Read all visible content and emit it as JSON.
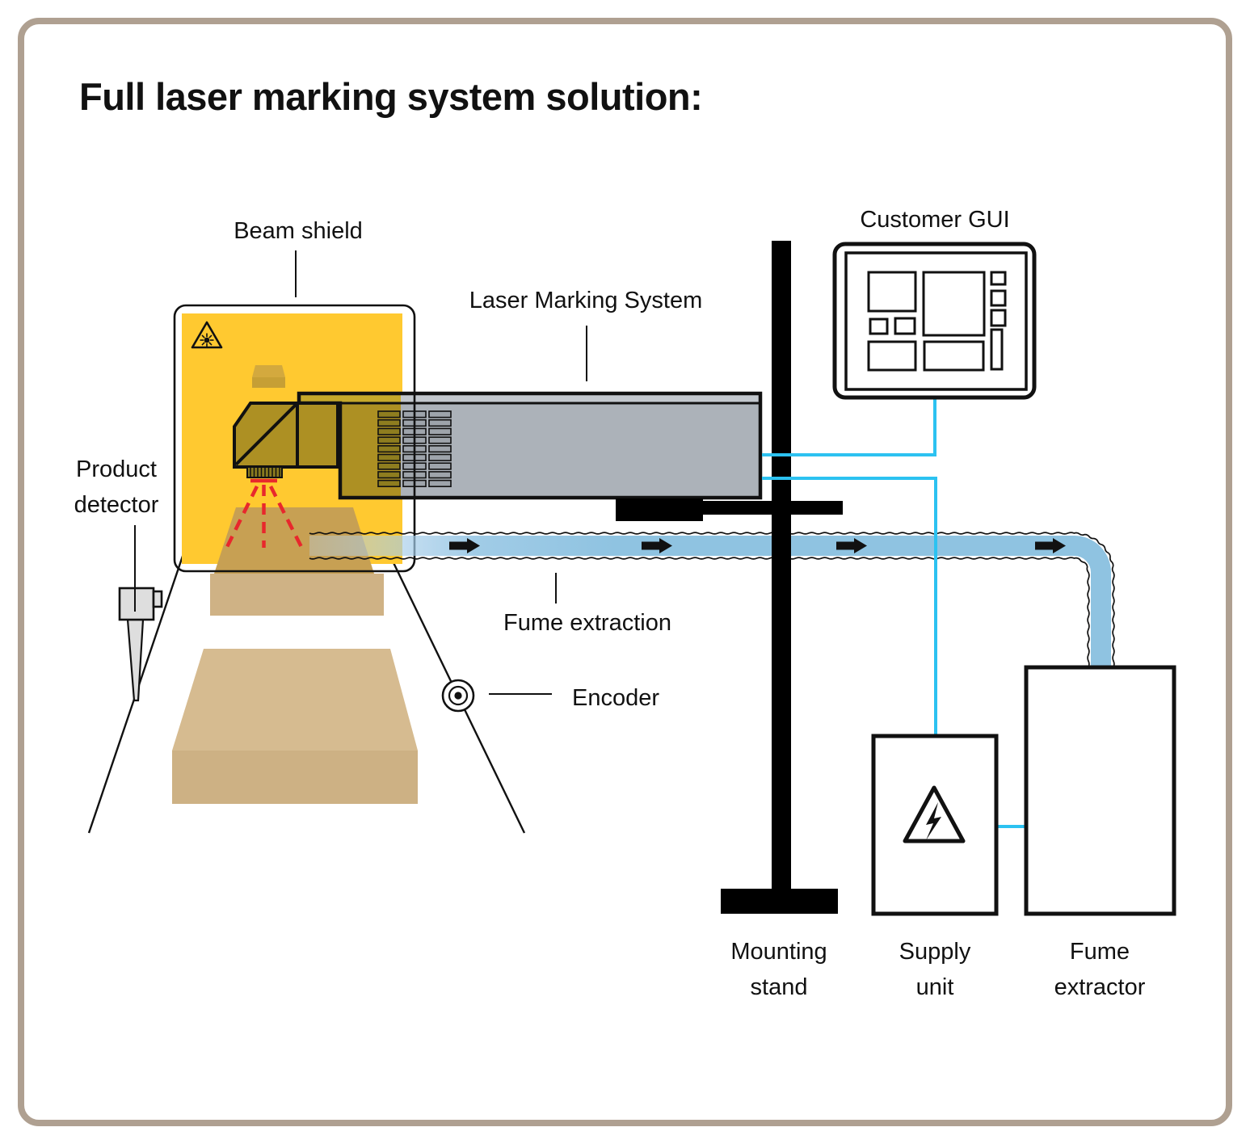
{
  "title": "Full laser marking system solution:",
  "labels": {
    "beam_shield": "Beam shield",
    "laser_marking_system": "Laser Marking System",
    "customer_gui": "Customer GUI",
    "product_detector_l1": "Product",
    "product_detector_l2": "detector",
    "fume_extraction": "Fume extraction",
    "encoder": "Encoder",
    "mounting_stand_l1": "Mounting",
    "mounting_stand_l2": "stand",
    "supply_unit_l1": "Supply",
    "supply_unit_l2": "unit",
    "fume_extractor_l1": "Fume",
    "fume_extractor_l2": "extractor"
  },
  "colors": {
    "frame_taupe": "#AFA091",
    "shield_yellow": "#FFC930",
    "laser_gray": "#ACB2B9",
    "laser_gray_light": "#C2C7CD",
    "scanhead_olive": "#AD9023",
    "olive_light": "#C6A92B",
    "vent_olive": "#8E7D1F",
    "vent_gray": "#9EA4AB",
    "lens_dark": "#8A7A1E",
    "beam_red": "#E8282C",
    "tube_blue": "#8FC3E1",
    "cable_cyan": "#2CC2F1",
    "product_tan_top": "#D6BB90",
    "product_tan_front": "#CDB184",
    "product_shaded_top": "#C7A053",
    "product_shaded_front": "#CFB285",
    "detector_gray": "#DEDEDE",
    "ink": "#111111"
  }
}
